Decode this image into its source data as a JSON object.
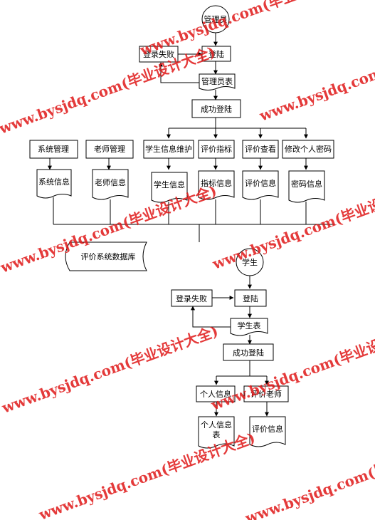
{
  "admin": {
    "actor": "管理员",
    "login_failed": "登录失败",
    "login": "登陆",
    "admin_table": "管理员表",
    "login_success": "成功登陆",
    "modules": {
      "system_manage": "系统管理",
      "teacher_manage": "老师管理",
      "student_info_maintain": "学生信息维护",
      "evaluation_index": "评价指标",
      "evaluation_view": "评价查看",
      "change_password": "修改个人密码"
    },
    "docs": {
      "system_info": "系统信息",
      "teacher_info": "老师信息",
      "student_info": "学生信息",
      "index_info": "指标信息",
      "evaluation_info": "评价信息",
      "password_info": "密码信息"
    },
    "database": "评价系统数据库"
  },
  "student": {
    "actor": "学生",
    "login_failed": "登录失败",
    "login": "登陆",
    "student_table": "学生表",
    "login_success": "成功登陆",
    "personal_info": "个人信息",
    "evaluate_teacher": "评价老师",
    "personal_info_table_line1": "个人信息",
    "personal_info_table_line2": "表",
    "evaluation_info": "评价信息"
  },
  "watermark": {
    "text": "www.bysjdq.com(毕业设计大全)",
    "color": "#e01818"
  }
}
